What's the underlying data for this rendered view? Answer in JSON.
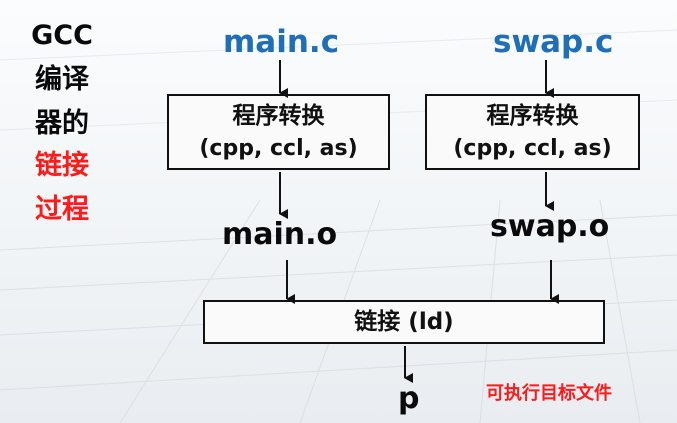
{
  "side_title": {
    "lines": [
      {
        "text": "GCC",
        "color": "black"
      },
      {
        "text": "编译",
        "color": "black"
      },
      {
        "text": "器的",
        "color": "black"
      },
      {
        "text": "链接",
        "color": "red"
      },
      {
        "text": "过程",
        "color": "red"
      }
    ]
  },
  "sources": {
    "left": "main.c",
    "right": "swap.c"
  },
  "translator": {
    "title": "程序转换",
    "tools": "(cpp, ccl, as)"
  },
  "objects": {
    "left": "main.o",
    "right": "swap.o"
  },
  "linker": {
    "label": "链接 (ld)"
  },
  "output": {
    "name": "p",
    "note": "可执行目标文件"
  },
  "colors": {
    "source_text": "#1f6fb8",
    "highlight_red": "#ff1a1a",
    "text": "#0a0a0a"
  }
}
